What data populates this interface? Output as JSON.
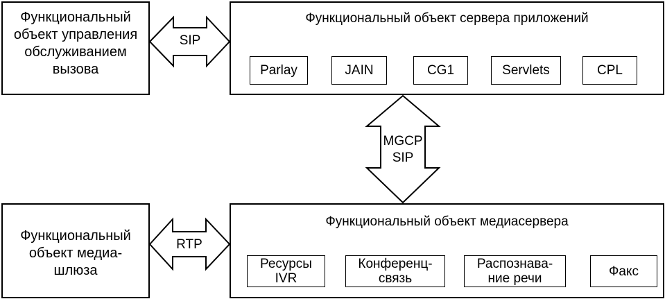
{
  "call_control": {
    "lines": [
      "Функциональный",
      "объект управления",
      "обслуживанием",
      "вызова"
    ]
  },
  "app_server": {
    "title": "Функциональный объект сервера приложений",
    "items": [
      "Parlay",
      "JAIN",
      "CG1",
      "Servlets",
      "CPL"
    ]
  },
  "sip_arrow": {
    "label": "SIP"
  },
  "vertical_arrow": {
    "lines": [
      "MGCP",
      "SIP"
    ]
  },
  "media_gateway": {
    "lines": [
      "Функциональный",
      "объект медиа-",
      "шлюза"
    ]
  },
  "rtp_arrow": {
    "label": "RTP"
  },
  "media_server": {
    "title": "Функциональный объект медиасервера",
    "items": [
      {
        "lines": [
          "Ресурсы",
          "IVR"
        ]
      },
      {
        "lines": [
          "Конференц-",
          "связь"
        ]
      },
      {
        "lines": [
          "Распознава-",
          "ние речи"
        ]
      },
      {
        "lines": [
          "Факс"
        ]
      }
    ]
  }
}
